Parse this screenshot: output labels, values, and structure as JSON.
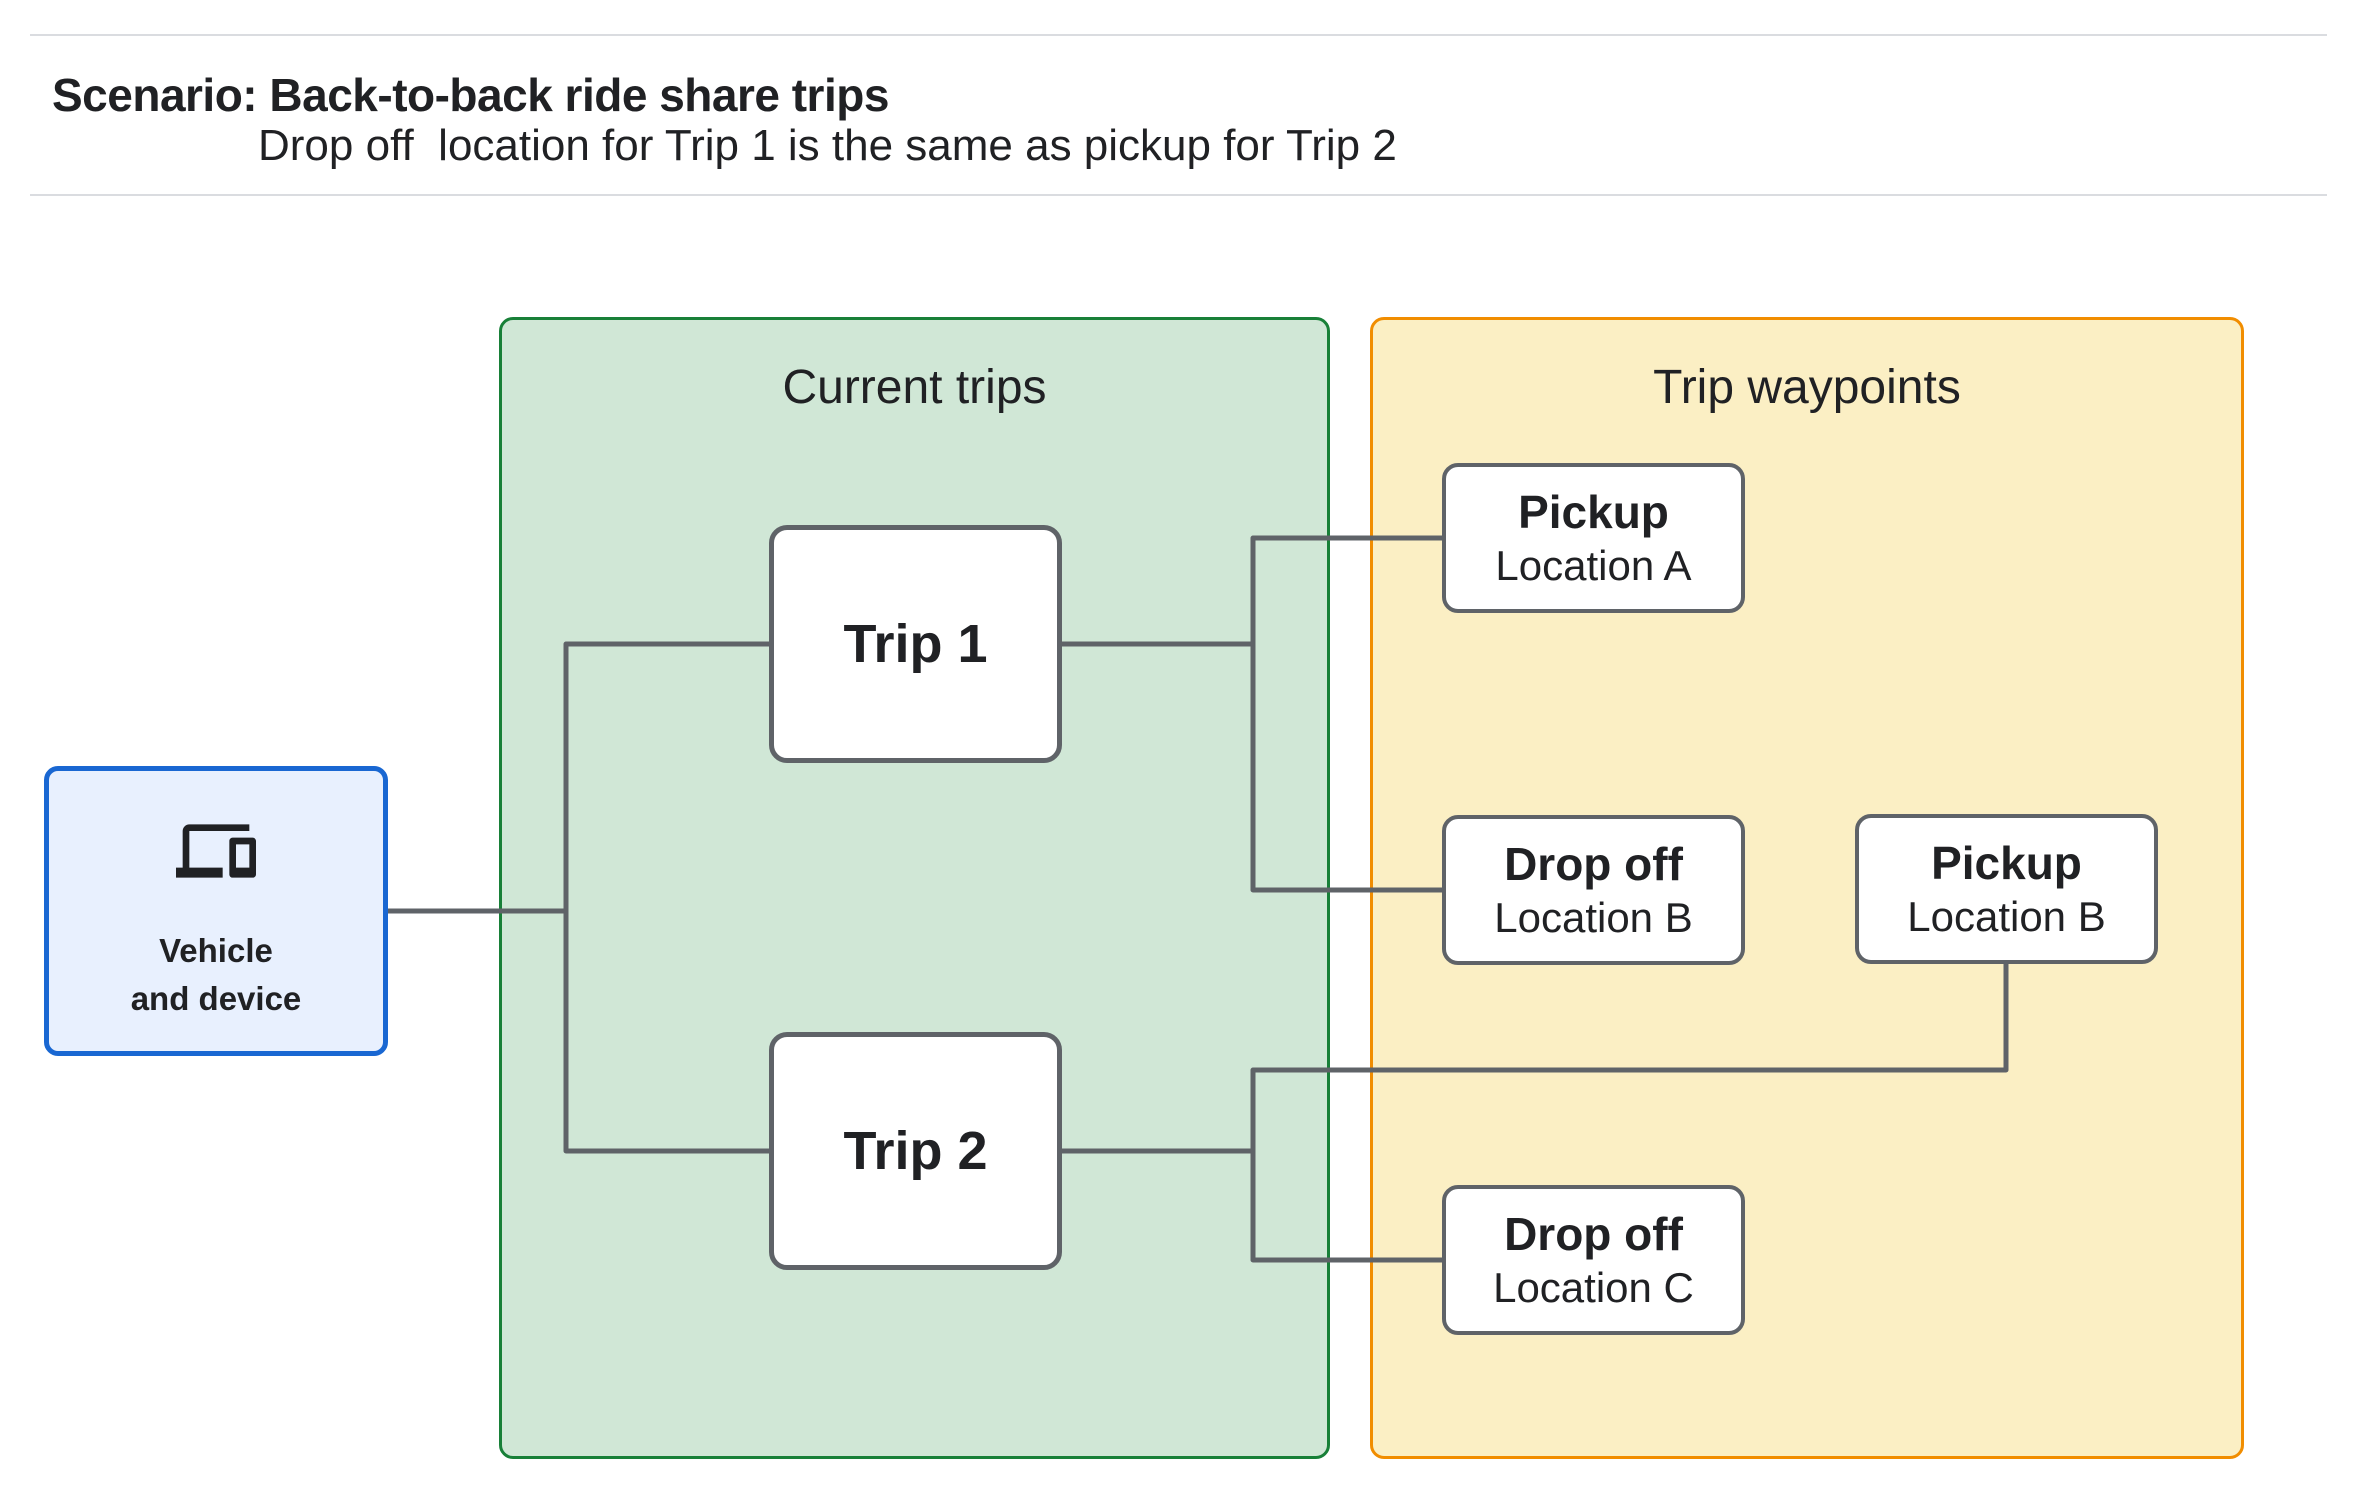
{
  "header": {
    "title": "Scenario: Back-to-back ride share trips",
    "subtitle": "Drop off  location for Trip 1 is the same as pickup for Trip 2"
  },
  "diagram": {
    "vehicle": {
      "icon": "devices-icon",
      "line1": "Vehicle",
      "line2": "and device"
    },
    "groups": {
      "current": {
        "label": "Current trips"
      },
      "waypoints": {
        "label": "Trip waypoints"
      }
    },
    "trips": [
      {
        "label": "Trip 1"
      },
      {
        "label": "Trip 2"
      }
    ],
    "waypoints": [
      {
        "title": "Pickup",
        "subtitle": "Location A"
      },
      {
        "title": "Drop off",
        "subtitle": "Location B"
      },
      {
        "title": "Pickup",
        "subtitle": "Location B"
      },
      {
        "title": "Drop off",
        "subtitle": "Location C"
      }
    ]
  },
  "colors": {
    "page-bg": "#FFFFFF",
    "ink": "#202124",
    "divider": "#DADCE0",
    "line-gray": "#5F6368",
    "node-border": "#5F6368",
    "node-bg": "#FFFFFF",
    "vehicle-bg": "#E8F0FE",
    "vehicle-border": "#1967D2",
    "trips-bg": "#D0E7D6",
    "trips-border": "#188038",
    "waypoints-bg": "#FBEFC4",
    "waypoints-border": "#F18D00"
  }
}
